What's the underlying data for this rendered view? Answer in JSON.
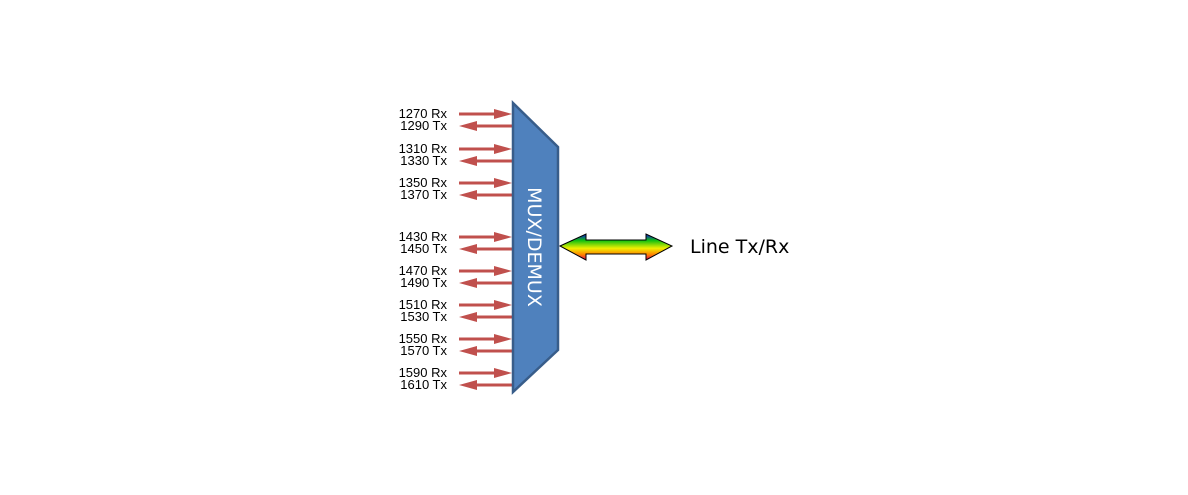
{
  "mux_label": "MUX/DEMUX",
  "line_label": "Line Tx/Rx",
  "colors": {
    "mux_fill": "#4f81bd",
    "mux_stroke": "#385d8a",
    "arrow": "#c0504d"
  },
  "channels": [
    {
      "rx": "1270 Rx",
      "tx": "1290 Tx"
    },
    {
      "rx": "1310 Rx",
      "tx": "1330 Tx"
    },
    {
      "rx": "1350 Rx",
      "tx": "1370 Tx"
    },
    {
      "rx": "1430 Rx",
      "tx": "1450 Tx"
    },
    {
      "rx": "1470 Rx",
      "tx": "1490 Tx"
    },
    {
      "rx": "1510 Rx",
      "tx": "1530 Tx"
    },
    {
      "rx": "1550 Rx",
      "tx": "1570 Tx"
    },
    {
      "rx": "1590 Rx",
      "tx": "1610 Tx"
    }
  ]
}
